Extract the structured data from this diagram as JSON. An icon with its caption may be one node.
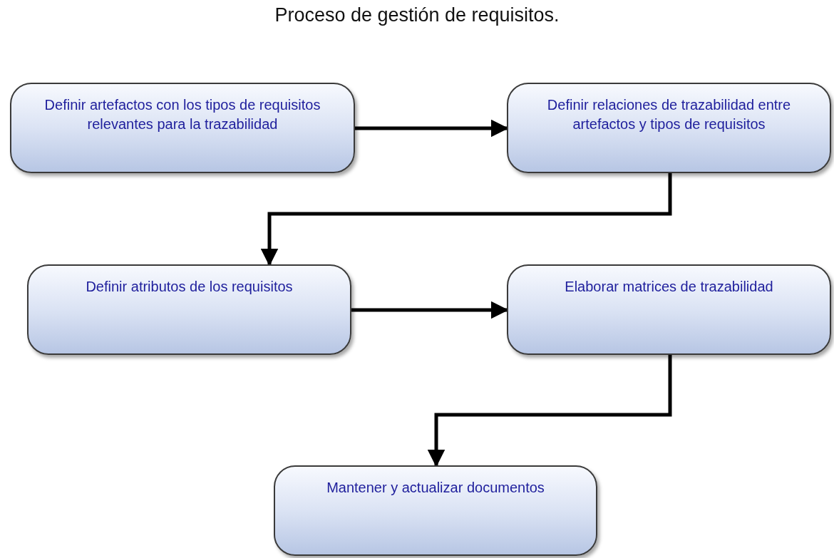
{
  "diagram": {
    "title": "Proceso de gestión de requisitos.",
    "nodes": [
      {
        "text": [
          "Definir artefactos con los tipos de requisitos relevantes para la trazabilidad"
        ]
      },
      {
        "text": [
          "Definir relaciones de trazabilidad entre artefactos y tipos de requisitos"
        ]
      },
      {
        "text": [
          "Definir atributos de los requisitos"
        ]
      },
      {
        "text": [
          "Elaborar matrices de trazabilidad"
        ]
      },
      {
        "text": [
          "Mantener y actualizar documentos"
        ]
      }
    ],
    "edges": [
      {
        "from": 0,
        "to": 1,
        "arrow": "to"
      },
      {
        "from": 1,
        "to": 2,
        "arrow": "to"
      },
      {
        "from": 2,
        "to": 3,
        "arrow": "to"
      },
      {
        "from": 3,
        "to": 4,
        "arrow": "to"
      }
    ]
  }
}
